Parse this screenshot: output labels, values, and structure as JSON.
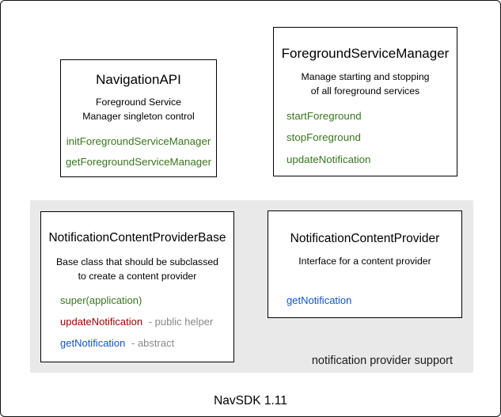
{
  "colors": {
    "method_green": "#38761d",
    "method_red": "#990000",
    "method_blue": "#1155cc",
    "annotation_gray": "#888888",
    "region_background": "#e9e9e9",
    "box_border": "#000000"
  },
  "boxes": {
    "navigation_api": {
      "title": "NavigationAPI",
      "description": "Foreground Service\nManager singleton control",
      "methods": [
        "initForegroundServiceManager",
        "getForegroundServiceManager"
      ]
    },
    "foreground_service_manager": {
      "title": "ForegroundServiceManager",
      "description": "Manage starting and stopping\nof all foreground services",
      "methods": [
        "startForeground",
        "stopForeground",
        "updateNotification"
      ]
    },
    "notification_content_provider_base": {
      "title": "NotificationContentProviderBase",
      "description": "Base class that should be subclassed\nto create a content provider",
      "methods": {
        "super_call": "super(application)",
        "update_name": "updateNotification",
        "update_note": "- public helper",
        "get_name": "getNotification",
        "get_note": "- abstract"
      }
    },
    "notification_content_provider": {
      "title": "NotificationContentProvider",
      "description": "Interface for a content provider",
      "methods": [
        "getNotification"
      ]
    }
  },
  "region": {
    "label": "notification provider support"
  },
  "footer": {
    "label": "NavSDK 1.11"
  }
}
